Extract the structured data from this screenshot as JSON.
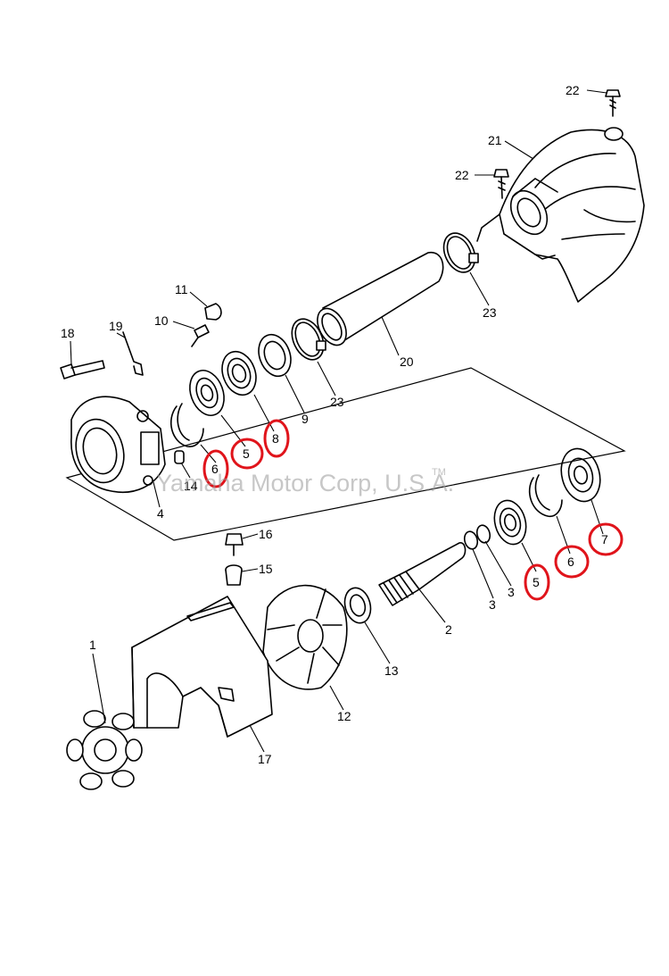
{
  "watermark": {
    "text": "Yamaha Motor Corp, U.S.A.",
    "trademark": "TM"
  },
  "callouts": [
    {
      "id": "c22a",
      "label": "22",
      "highlighted": false
    },
    {
      "id": "c21",
      "label": "21",
      "highlighted": false
    },
    {
      "id": "c22b",
      "label": "22",
      "highlighted": false
    },
    {
      "id": "c23a",
      "label": "23",
      "highlighted": false
    },
    {
      "id": "c20",
      "label": "20",
      "highlighted": false
    },
    {
      "id": "c23b",
      "label": "23",
      "highlighted": false
    },
    {
      "id": "c11",
      "label": "11",
      "highlighted": false
    },
    {
      "id": "c10",
      "label": "10",
      "highlighted": false
    },
    {
      "id": "c19",
      "label": "19",
      "highlighted": false
    },
    {
      "id": "c18",
      "label": "18",
      "highlighted": false
    },
    {
      "id": "c9",
      "label": "9",
      "highlighted": false
    },
    {
      "id": "c8",
      "label": "8",
      "highlighted": true
    },
    {
      "id": "c5a",
      "label": "5",
      "highlighted": true
    },
    {
      "id": "c6a",
      "label": "6",
      "highlighted": true
    },
    {
      "id": "c14",
      "label": "14",
      "highlighted": false
    },
    {
      "id": "c4",
      "label": "4",
      "highlighted": false
    },
    {
      "id": "c7",
      "label": "7",
      "highlighted": true
    },
    {
      "id": "c6b",
      "label": "6",
      "highlighted": true
    },
    {
      "id": "c5b",
      "label": "5",
      "highlighted": true
    },
    {
      "id": "c3a",
      "label": "3",
      "highlighted": false
    },
    {
      "id": "c3b",
      "label": "3",
      "highlighted": false
    },
    {
      "id": "c2",
      "label": "2",
      "highlighted": false
    },
    {
      "id": "c16",
      "label": "16",
      "highlighted": false
    },
    {
      "id": "c15",
      "label": "15",
      "highlighted": false
    },
    {
      "id": "c13",
      "label": "13",
      "highlighted": false
    },
    {
      "id": "c12",
      "label": "12",
      "highlighted": false
    },
    {
      "id": "c1",
      "label": "1",
      "highlighted": false
    },
    {
      "id": "c17",
      "label": "17",
      "highlighted": false
    }
  ],
  "colors": {
    "line": "#000000",
    "highlight": "#e0141b",
    "watermark": "#9a9a9a",
    "background": "#ffffff"
  }
}
